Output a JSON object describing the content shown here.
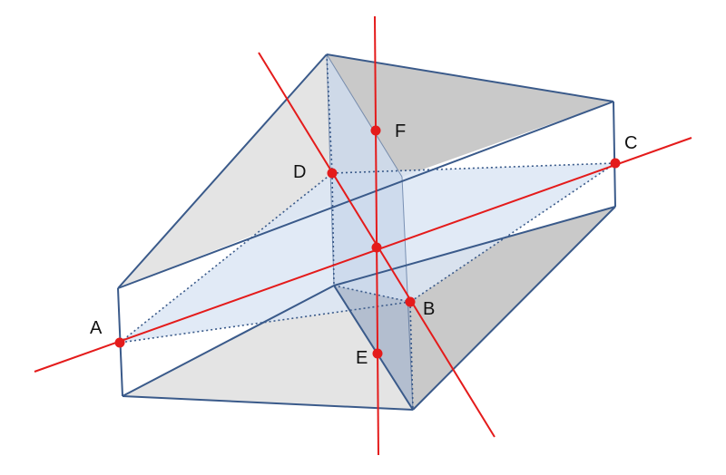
{
  "colors": {
    "edge": "#3a5a8a",
    "axis": "#e41b1b",
    "point": "#e41b1b",
    "face_dark": "#c9c9c9",
    "face_light": "#e4e4e4",
    "plane": "#dce6f4",
    "plane_vertical": "#c7d6ea",
    "plane_shadow": "#a9b5c7"
  },
  "points": {
    "A": "A",
    "B": "B",
    "C": "C",
    "D": "D",
    "E": "E",
    "F": "F"
  }
}
